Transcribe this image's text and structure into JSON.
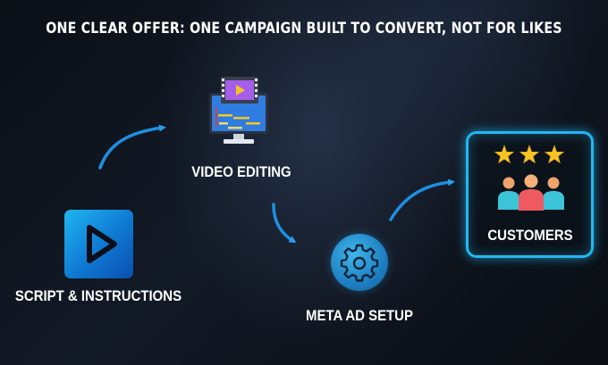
{
  "headline": "ONE CLEAR OFFER: ONE CAMPAIGN BUILT TO CONVERT, NOT FOR LIKES",
  "steps": {
    "script": {
      "label": "SCRIPT & INSTRUCTIONS",
      "icon": "play-icon"
    },
    "video": {
      "label": "VIDEO EDITING",
      "icon": "video-editing-monitor-icon"
    },
    "meta": {
      "label": "META AD SETUP",
      "icon": "gear-icon"
    },
    "customers": {
      "label": "CUSTOMERS",
      "icon": "customers-icon",
      "stars": 3
    }
  },
  "colors": {
    "accent": "#21b8f2",
    "arrow": "#1f8fe0",
    "star": "#f7c325",
    "background": "#0b0f16"
  }
}
